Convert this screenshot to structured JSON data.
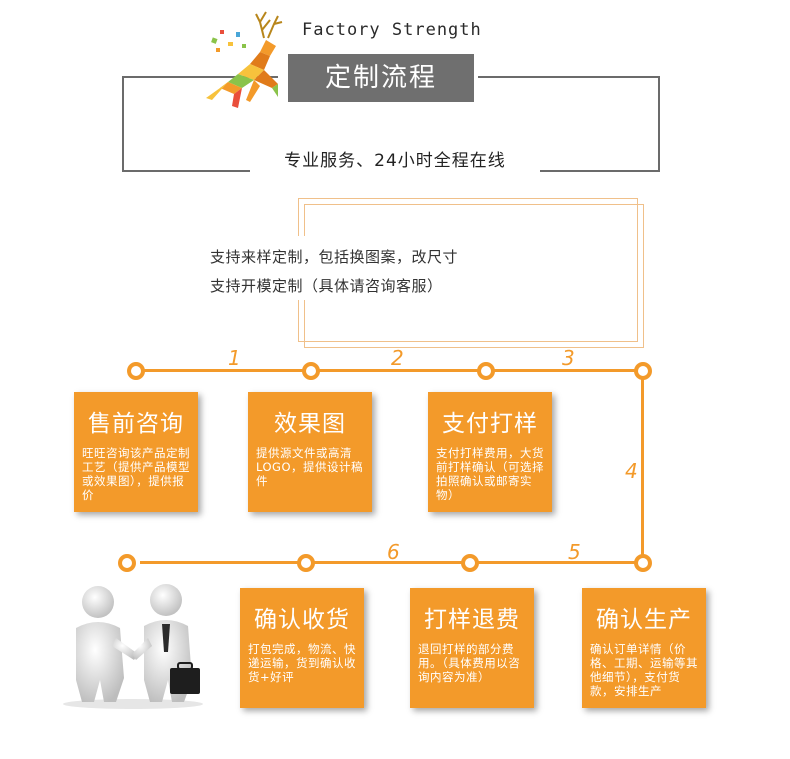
{
  "header": {
    "tagline": "Factory Strength",
    "title": "定制流程",
    "subtitle": "专业服务、24小时全程在线"
  },
  "info": {
    "line1": "支持来样定制，包括换图案，改尺寸",
    "line2": "支持开模定制（具体请咨询客服）"
  },
  "flow": {
    "numbers": [
      "1",
      "2",
      "3",
      "4",
      "5",
      "6"
    ],
    "steps": [
      {
        "title": "售前咨询",
        "desc": "旺旺咨询该产品定制工艺（提供产品模型或效果图），提供报价"
      },
      {
        "title": "效果图",
        "desc": "提供源文件或高清LOGO，提供设计稿件"
      },
      {
        "title": "支付打样",
        "desc": "支付打样费用，大货前打样确认（可选择拍照确认或邮寄实物）"
      },
      {
        "title": "确认生产",
        "desc": "确认订单详情（价格、工期、运输等其他细节），支付货款，安排生产"
      },
      {
        "title": "打样退费",
        "desc": "退回打样的部分费用。（具体费用以咨询内容为准）"
      },
      {
        "title": "确认收货",
        "desc": "打包完成，物流、快递运输，货到确认收货+好评"
      }
    ]
  },
  "colors": {
    "accent": "#f39a2a",
    "title_bg": "#6f6f6f",
    "frame": "#6b6b6b",
    "info_frame": "#f0c08a"
  },
  "icons": {
    "logo": "geometric-deer-icon",
    "figure": "handshake-people-icon"
  }
}
